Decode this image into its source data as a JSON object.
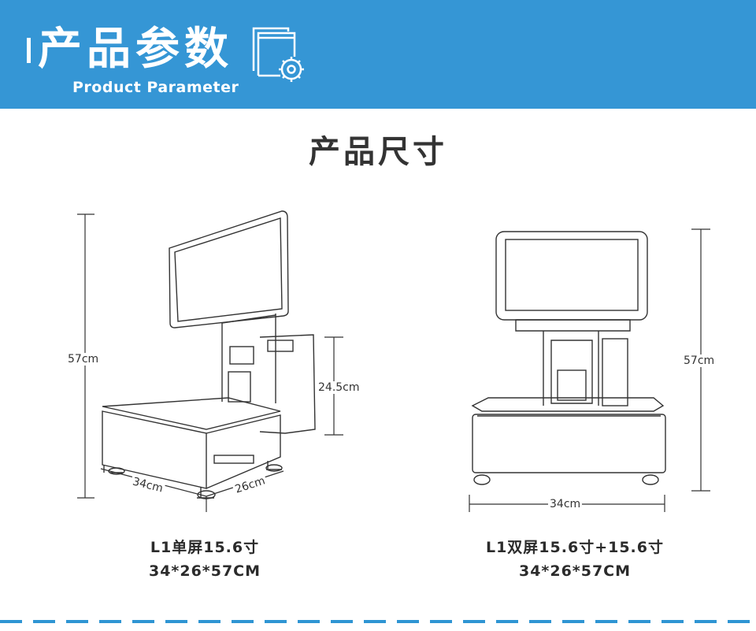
{
  "header": {
    "title_cn": "产品参数",
    "title_en": "Product Parameter",
    "icon": "settings-document-icon"
  },
  "section_title": "产品尺寸",
  "products": [
    {
      "name": "L1单屏15.6寸",
      "size": "34*26*57CM",
      "dimensions": {
        "height": "57cm",
        "printer_height": "24.5cm",
        "width": "34cm",
        "depth": "26cm"
      }
    },
    {
      "name": "L1双屏15.6寸+15.6寸",
      "size": "34*26*57CM",
      "dimensions": {
        "height": "57cm",
        "width": "34cm"
      }
    }
  ],
  "colors": {
    "accent": "#3596d5"
  }
}
